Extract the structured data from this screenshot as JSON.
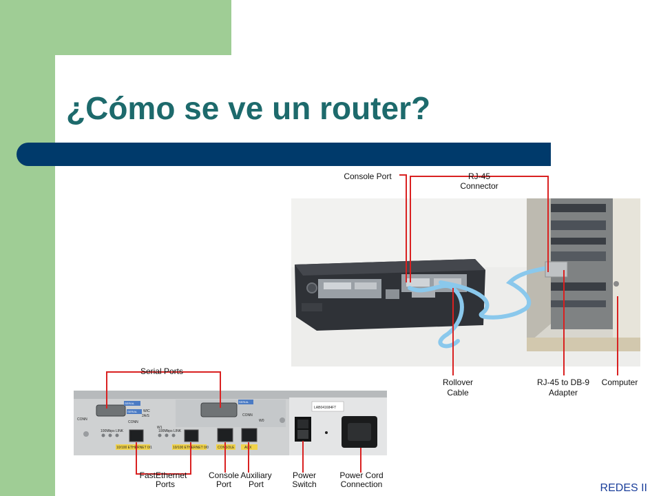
{
  "slide": {
    "title": "¿Cómo se ve un router?",
    "footer": "REDES II",
    "colors": {
      "green": "#9fcd95",
      "title": "#1d6a6c",
      "bar": "#003a6b",
      "callout": "#d92020"
    }
  },
  "photo_top": {
    "labels": {
      "console_port": "Console Port",
      "rj45_connector_1": "RJ-45",
      "rj45_connector_2": "Connector",
      "rollover_1": "Rollover",
      "rollover_2": "Cable",
      "adapter_1": "RJ-45 to DB-9",
      "adapter_2": "Adapter",
      "computer": "Computer"
    }
  },
  "photo_bottom": {
    "labels": {
      "serial_ports": "Serial Ports",
      "fastethernet_1": "FastEthernet",
      "fastethernet_2": "Ports",
      "console_1": "Console",
      "console_2": "Port",
      "auxiliary_1": "Auxiliary",
      "auxiliary_2": "Port",
      "power_switch_1": "Power",
      "power_switch_2": "Switch",
      "power_cord_1": "Power Cord",
      "power_cord_2": "Connection"
    },
    "panel_text": {
      "conn_1": "CONN",
      "conn_2": "CONN",
      "conn_3": "CONN",
      "wic_slot": "WIC",
      "wic_sub": "2A/S",
      "w0": "W0",
      "w1": "W1",
      "link_1": "100Mbps LINK",
      "link_2": "100Mbps LINK",
      "eth_0": "10/100 ETHERNET 0/1",
      "eth_1": "10/100 ETHERNET 0/0",
      "console": "CONSOLE",
      "aux": "AUX",
      "serial_tag_1": "SERIAL",
      "serial_tag_2": "SERIAL",
      "serial_tag_3": "SERIAL",
      "serial_id": "LAB041684FT"
    }
  }
}
